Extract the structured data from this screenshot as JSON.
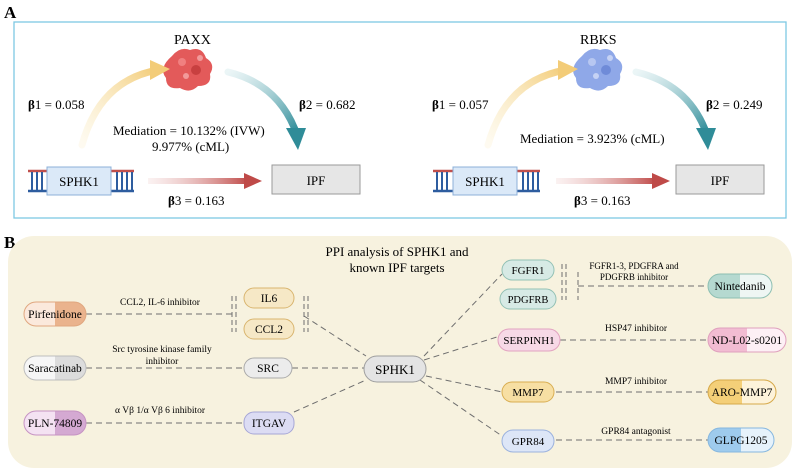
{
  "panel_a": {
    "label": "A",
    "left": {
      "protein": "PAXX",
      "b1_sym": "β",
      "b1_rest": "1 = 0.058",
      "b2_sym": "β",
      "b2_rest": "2 = 0.682",
      "b3_sym": "β",
      "b3_rest": "3 = 0.163",
      "mediation_line1": "Mediation = 10.132% (IVW)",
      "mediation_line2": "9.977% (cML)",
      "gene": "SPHK1",
      "outcome": "IPF"
    },
    "right": {
      "protein": "RBKS",
      "b1_sym": "β",
      "b1_rest": "1 = 0.057",
      "b2_sym": "β",
      "b2_rest": "2 = 0.249",
      "b3_sym": "β",
      "b3_rest": "3 = 0.163",
      "mediation_line1": "Mediation = 3.923% (cML)",
      "gene": "SPHK1",
      "outcome": "IPF"
    }
  },
  "panel_b": {
    "label": "B",
    "title_line1": "PPI analysis of SPHK1 and",
    "title_line2": "known IPF targets",
    "center": "SPHK1",
    "left_drugs": {
      "pirfenidone": "Pirfenidone",
      "saracatinab": "Saracatinab",
      "pln": "PLN-74809"
    },
    "left_targets": {
      "il6": "IL6",
      "ccl2": "CCL2",
      "src": "SRC",
      "itgav": "ITGAV"
    },
    "left_mechanisms": {
      "pirfenidone": "CCL2, IL-6 inhibitor",
      "saracatinab_1": "Src tyrosine kinase family",
      "saracatinab_2": "inhibitor",
      "pln": "α Vβ 1/α Vβ 6 inhibitor"
    },
    "right_targets": {
      "fgfr1": "FGFR1",
      "pdgfrb": "PDGFRB",
      "serpinh1": "SERPINH1",
      "mmp7": "MMP7",
      "gpr84": "GPR84"
    },
    "right_mechanisms": {
      "nintedanib_1": "FGFR1-3, PDGFRA and",
      "nintedanib_2": "PDGFRB inhibitor",
      "hsp47": "HSP47 inhibitor",
      "mmp7": "MMP7 inhibitor",
      "gpr84": "GPR84 antagonist"
    },
    "right_drugs": {
      "nintedanib": "Nintedanib",
      "ndl02": "ND-L02-s0201",
      "aro": "ARO-MMP7",
      "glpg": "GLPG1205"
    }
  },
  "colors": {
    "panel_a_border": "#7ec8e3",
    "panel_b_bg": "#f7f2df",
    "arrow_yellow": "#f3d38a",
    "arrow_teal": "#3a94a0",
    "arrow_red": "#c0504d",
    "pill_orange": "#f2c6a6",
    "pill_grey": "#e9e9e9",
    "pill_purple": "#e3c4e2",
    "pill_lavender": "#dcdcf3",
    "pill_green": "#d7eae5",
    "pill_pink": "#f7d9e6",
    "pill_yellow": "#f7dfa3",
    "pill_blue": "#bcdaf1"
  }
}
